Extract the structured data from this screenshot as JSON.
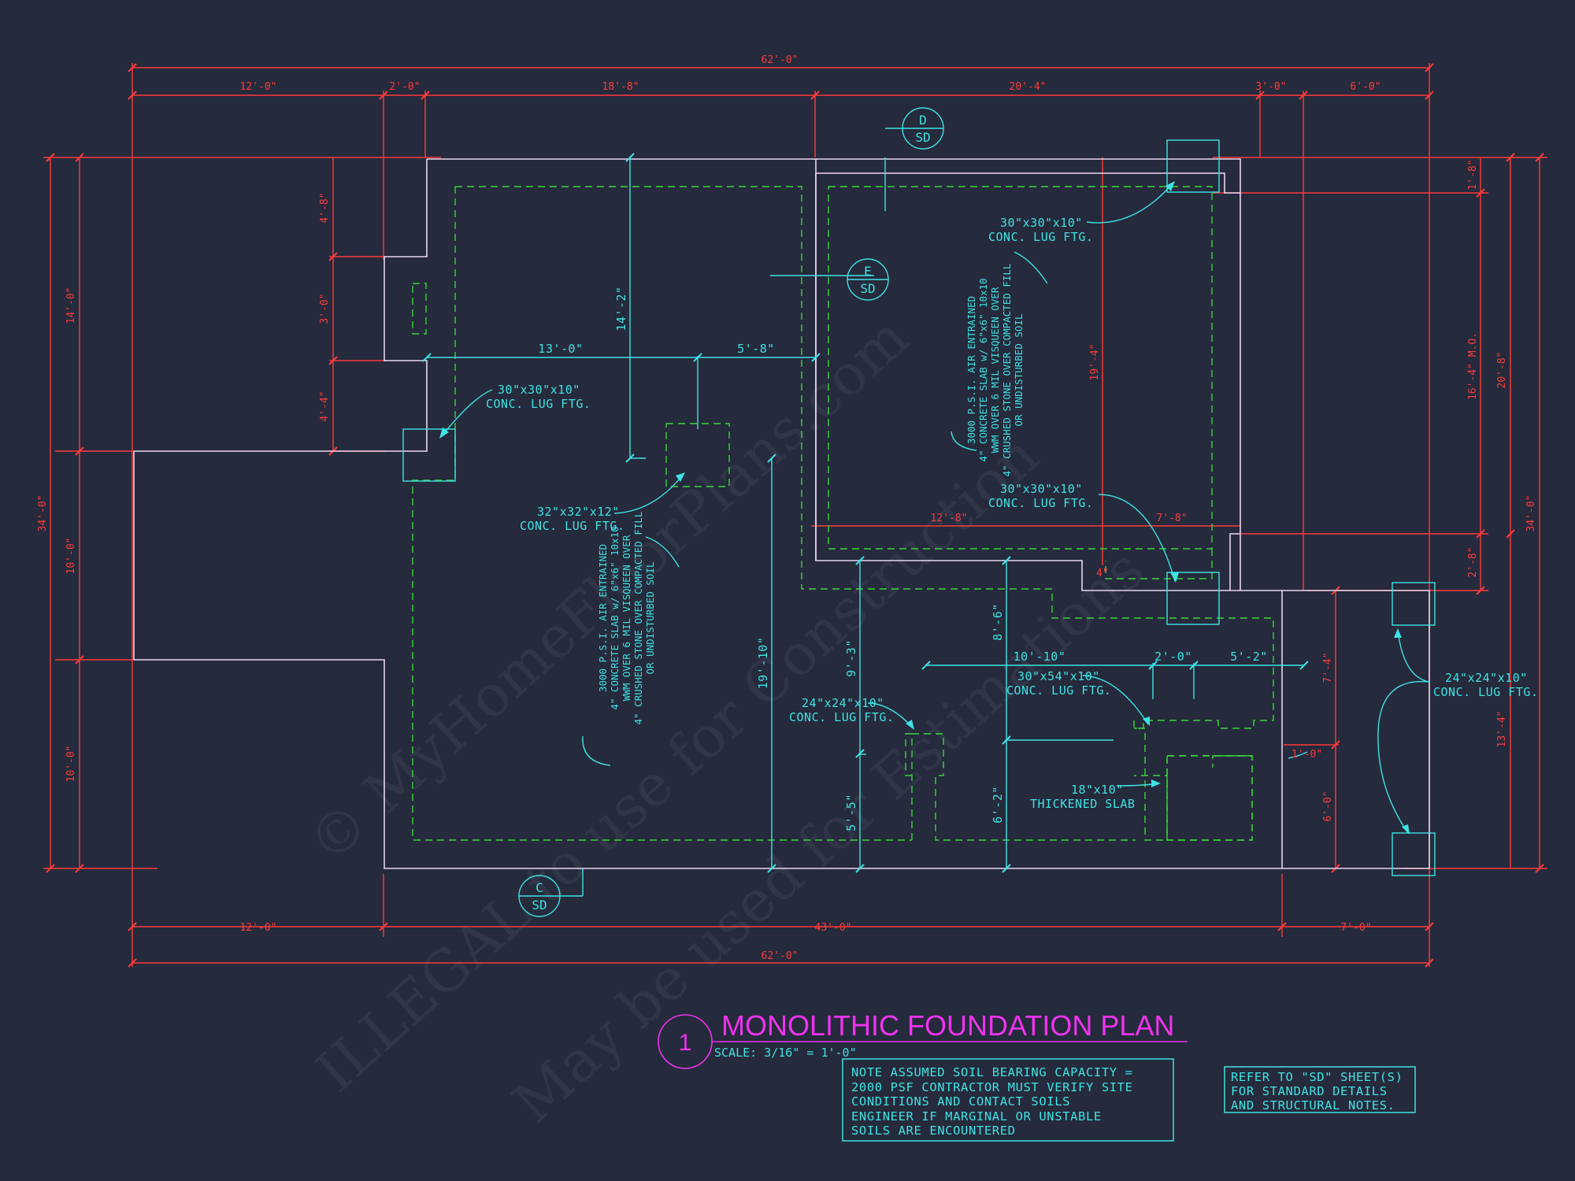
{
  "plan": {
    "title": "MONOLITHIC FOUNDATION PLAN",
    "number": "1",
    "scale": "SCALE: 3/16\" = 1'-0\""
  },
  "notes": {
    "soil": [
      "NOTE ASSUMED SOIL BEARING CAPACITY =",
      "2000 PSF CONTRACTOR MUST VERIFY SITE",
      "CONDITIONS AND CONTACT SOILS",
      "ENGINEER IF MARGINAL OR UNSTABLE",
      "SOILS ARE ENCOUNTERED"
    ],
    "refer": [
      "REFER TO \"SD\" SHEET(S)",
      "FOR STANDARD DETAILS",
      "AND STRUCTURAL NOTES."
    ]
  },
  "slab_note": [
    "3000 P.S.I. AIR ENTRAINED",
    "4\" CONCRETE SLAB w/ 6\"x6\" 10x10",
    "WWM OVER 6 MIL VISQUEEN OVER",
    "4\" CRUSHED STONE OVER COMPACTED FILL",
    "OR UNDISTURBED SOIL"
  ],
  "footings": {
    "f1": [
      "30\"x30\"x10\"",
      "CONC. LUG FTG."
    ],
    "f2": [
      "30\"x30\"x10\"",
      "CONC. LUG FTG."
    ],
    "f3": [
      "30\"x30\"x10\"",
      "CONC. LUG FTG."
    ],
    "f4": [
      "32\"x32\"x12\"",
      "CONC. LUG FTG."
    ],
    "f5": [
      "30\"x54\"x10\"",
      "CONC. LUG FTG."
    ],
    "f6": [
      "24\"x24\"x10\"",
      "CONC. LUG FTG."
    ],
    "f7": [
      "24\"x24\"x10\"",
      "CONC. LUG FTG."
    ],
    "slab": [
      "18\"x10\"",
      "THICKENED SLAB"
    ]
  },
  "sections": {
    "d": [
      "D",
      "SD"
    ],
    "e": [
      "E",
      "SD"
    ],
    "c": [
      "C",
      "SD"
    ]
  },
  "dims": {
    "top_total": "62'-0\"",
    "top_12": "12'-0\"",
    "top_2": "2'-0\"",
    "top_18": "18'-8\"",
    "top_20": "20'-4\"",
    "top_3": "3'-0\"",
    "top_6": "6'-0\"",
    "bot_12": "12'-0\"",
    "bot_43": "43'-0\"",
    "bot_7": "7'-0\"",
    "bot_total": "62'-0\"",
    "left_34": "34'-0\"",
    "left_14": "14'-0\"",
    "left_10a": "10'-0\"",
    "left_10b": "10'-0\"",
    "left_48": "4'-8\"",
    "left_30": "3'-0\"",
    "left_44": "4'-4\"",
    "right_34": "34'-0\"",
    "right_208": "20'-8\"",
    "right_164": "16'-4\" M.O.",
    "right_18": "1'-8\"",
    "right_28": "2'-8\"",
    "right_134": "13'-4\"",
    "r_74": "7'-4\"",
    "r_60": "6'-0\"",
    "r_10": "1'-0\"",
    "i_13": "13'-0\"",
    "i_58": "5'-8\"",
    "i_142": "14'-2\"",
    "i_1910": "19'-10\"",
    "i_93": "9'-3\"",
    "i_55": "5'-5\"",
    "i_86": "8'-6\"",
    "i_62": "6'-2\"",
    "i_1010": "10'-10\"",
    "i_20": "2'-0\"",
    "i_52": "5'-2\"",
    "i_128": "12'-8\"",
    "i_78": "7'-8\"",
    "i_194": "19'-4\"",
    "i_4": "4\""
  },
  "watermark": [
    "© MyHomeFloorPlans.com",
    "ILLEGAL to use for Construction",
    "May be used for Estimations"
  ],
  "colors": {
    "background": "#252a3c",
    "wall": "#e8d6f0",
    "dimension": "#ff3b3b",
    "annotation": "#3fe3e3",
    "footing": "#39d639",
    "title": "#ee33ee"
  }
}
